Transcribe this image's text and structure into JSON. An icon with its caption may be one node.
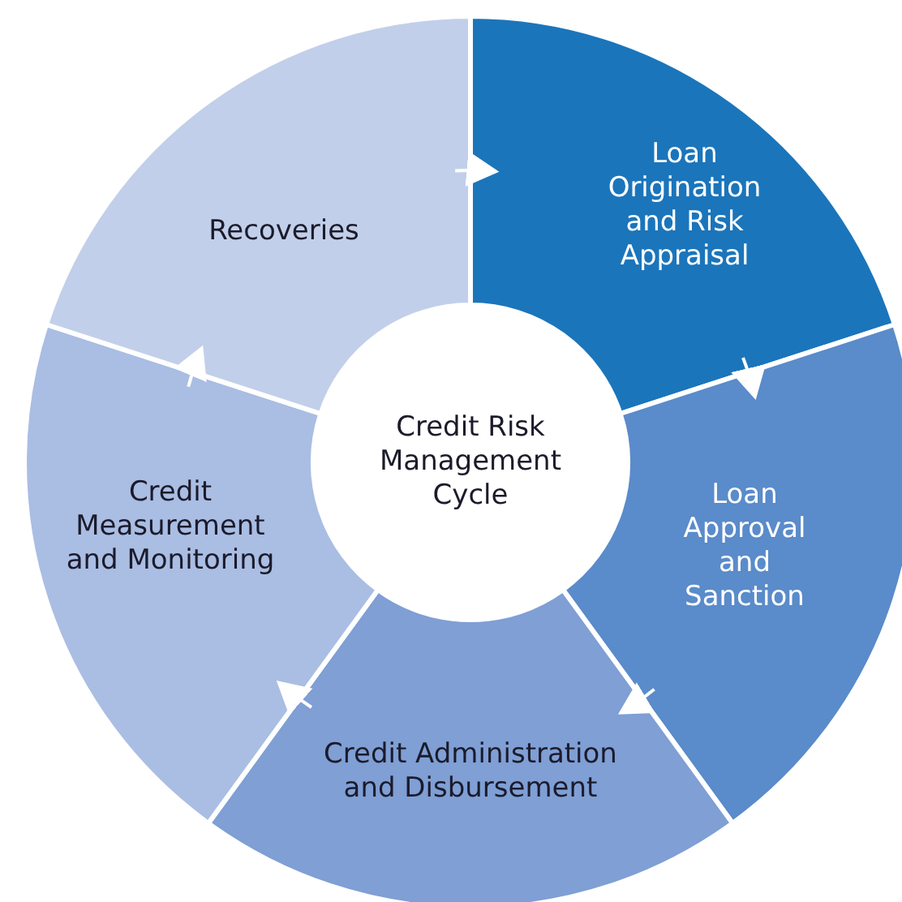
{
  "diagram": {
    "nodes": [
      {
        "text": [
          "Loan Origination and Risk Appraisal"
        ]
      },
      {
        "text": [
          "Loan Approval and Sanction"
        ]
      },
      {
        "text": [
          "Credit Administration and Disbursement"
        ]
      },
      {
        "text": [
          "Credit Measurement and Monitoring"
        ]
      },
      {
        "text": [
          "Recoveries"
        ]
      },
      {
        "text": [
          "Credit Risk Management Cycle"
        ]
      }
    ],
    "edges": [
      {
        "from": 4,
        "to": 0,
        "arrow": "to"
      },
      {
        "from": 0,
        "to": 1,
        "arrow": "to"
      },
      {
        "from": 1,
        "to": 2,
        "arrow": "to"
      },
      {
        "from": 2,
        "to": 3,
        "arrow": "to"
      },
      {
        "from": 3,
        "to": 4,
        "arrow": "to"
      }
    ]
  }
}
